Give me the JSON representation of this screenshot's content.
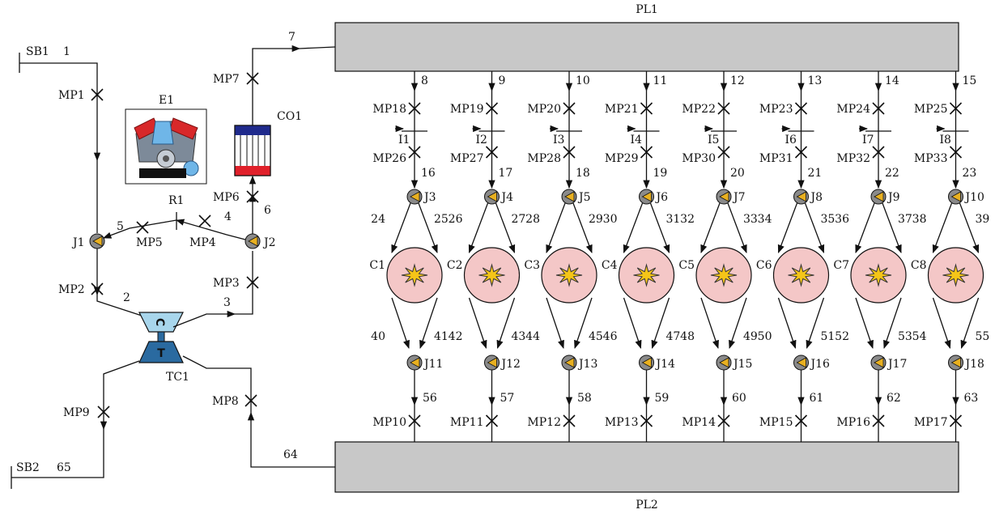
{
  "boundaries": {
    "sb1": "SB1",
    "sb2": "SB2"
  },
  "engine": {
    "label": "E1"
  },
  "turbo": {
    "label": "TC1",
    "compressor_letter": "C",
    "turbine_letter": "T"
  },
  "intercooler": {
    "label": "CO1"
  },
  "restrictor": {
    "label": "R1"
  },
  "plenums": {
    "intake": "PL1",
    "exhaust": "PL2"
  },
  "junctions": {
    "j1": "J1",
    "j2": "J2"
  },
  "pipes_left": {
    "p1": "1",
    "p2": "2",
    "p3": "3",
    "p4": "4",
    "p5": "5",
    "p6": "6",
    "p7": "7",
    "p64": "64",
    "p65": "65"
  },
  "measure_points_left": {
    "mp1": "MP1",
    "mp2": "MP2",
    "mp3": "MP3",
    "mp4": "MP4",
    "mp5": "MP5",
    "mp6": "MP6",
    "mp7": "MP7",
    "mp8": "MP8",
    "mp9": "MP9"
  },
  "cylinders": [
    {
      "cyl": "C1",
      "inj": "I1",
      "jin": "J3",
      "jout": "J11",
      "pin": "8",
      "pmid": "16",
      "pa": "24",
      "pb": "25",
      "pc": "40",
      "pd": "41",
      "pout": "56",
      "mp_in": "MP18",
      "mp_mid": "MP26",
      "mp_out": "MP10"
    },
    {
      "cyl": "C2",
      "inj": "I2",
      "jin": "J4",
      "jout": "J12",
      "pin": "9",
      "pmid": "17",
      "pa": "26",
      "pb": "27",
      "pc": "42",
      "pd": "43",
      "pout": "57",
      "mp_in": "MP19",
      "mp_mid": "MP27",
      "mp_out": "MP11"
    },
    {
      "cyl": "C3",
      "inj": "I3",
      "jin": "J5",
      "jout": "J13",
      "pin": "10",
      "pmid": "18",
      "pa": "28",
      "pb": "29",
      "pc": "44",
      "pd": "45",
      "pout": "58",
      "mp_in": "MP20",
      "mp_mid": "MP28",
      "mp_out": "MP12"
    },
    {
      "cyl": "C4",
      "inj": "I4",
      "jin": "J6",
      "jout": "J14",
      "pin": "11",
      "pmid": "19",
      "pa": "30",
      "pb": "31",
      "pc": "46",
      "pd": "47",
      "pout": "59",
      "mp_in": "MP21",
      "mp_mid": "MP29",
      "mp_out": "MP13"
    },
    {
      "cyl": "C5",
      "inj": "I5",
      "jin": "J7",
      "jout": "J15",
      "pin": "12",
      "pmid": "20",
      "pa": "32",
      "pb": "33",
      "pc": "48",
      "pd": "49",
      "pout": "60",
      "mp_in": "MP22",
      "mp_mid": "MP30",
      "mp_out": "MP14"
    },
    {
      "cyl": "C6",
      "inj": "I6",
      "jin": "J8",
      "jout": "J16",
      "pin": "13",
      "pmid": "21",
      "pa": "34",
      "pb": "35",
      "pc": "50",
      "pd": "51",
      "pout": "61",
      "mp_in": "MP23",
      "mp_mid": "MP31",
      "mp_out": "MP15"
    },
    {
      "cyl": "C7",
      "inj": "I7",
      "jin": "J9",
      "jout": "J17",
      "pin": "14",
      "pmid": "22",
      "pa": "36",
      "pb": "37",
      "pc": "52",
      "pd": "53",
      "pout": "62",
      "mp_in": "MP24",
      "mp_mid": "MP32",
      "mp_out": "MP16"
    },
    {
      "cyl": "C8",
      "inj": "I8",
      "jin": "J10",
      "jout": "J18",
      "pin": "15",
      "pmid": "23",
      "pa": "38",
      "pb": "39",
      "pc": "54",
      "pd": "55",
      "pout": "63",
      "mp_in": "MP25",
      "mp_mid": "MP33",
      "mp_out": "MP17"
    }
  ],
  "colors": {
    "plenum_fill": "#c8c8c8",
    "cylinder_fill": "#f4c7c7",
    "spark_fill": "#f5c518",
    "junction_fill": "#8a8a8a",
    "junction_accent": "#e8b020",
    "compressor_fill": "#a8d6ec",
    "turbine_fill": "#2a6aa0",
    "cooler_top": "#1f2a8c",
    "cooler_bottom": "#e0202a"
  }
}
